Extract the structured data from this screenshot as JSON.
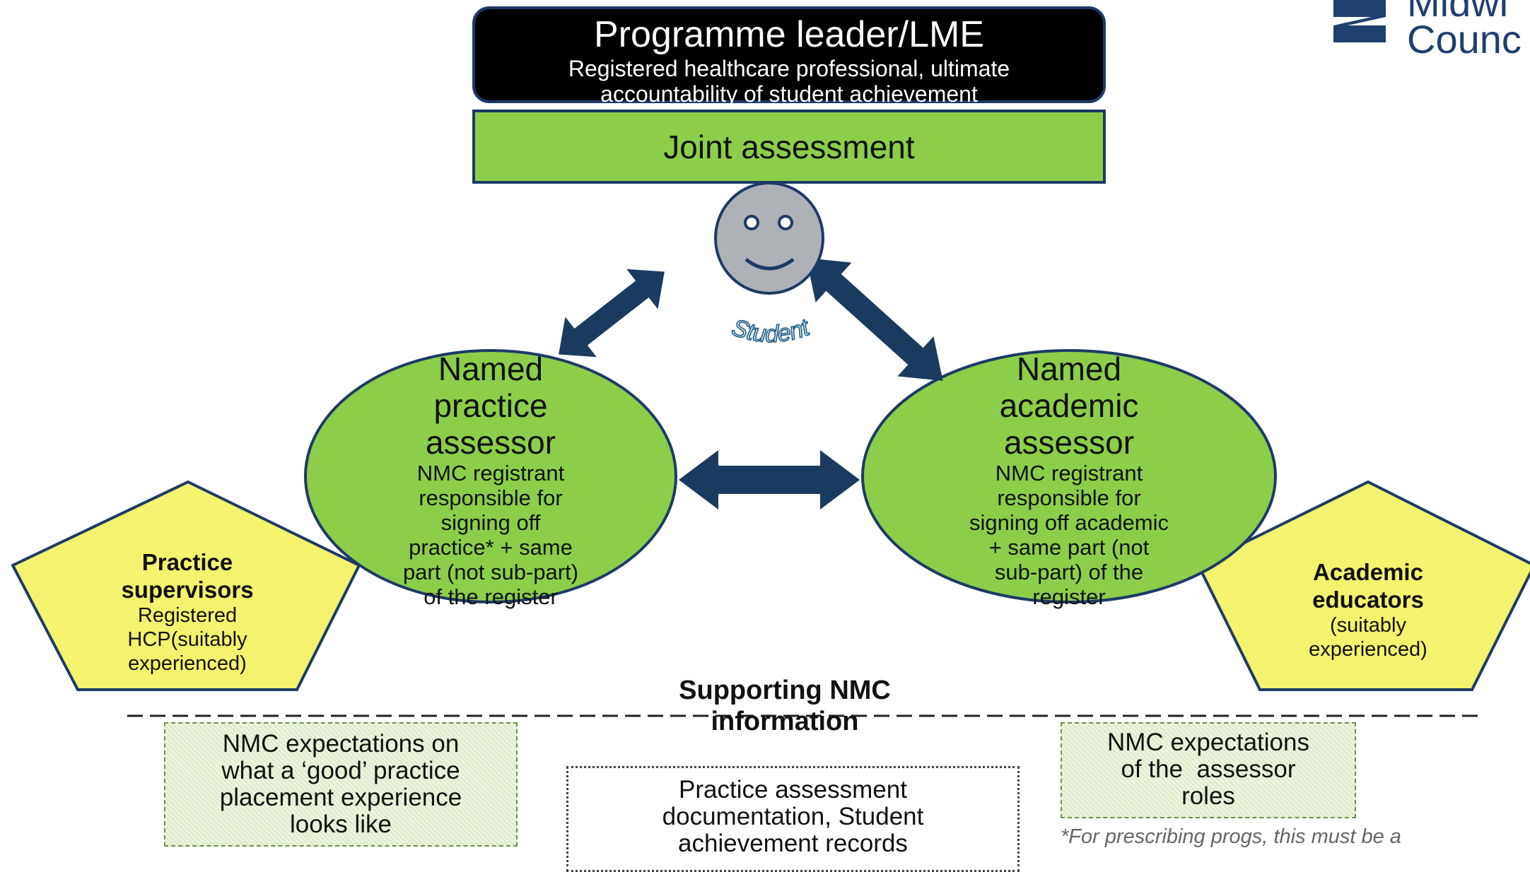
{
  "leader": {
    "title": "Programme leader/LME",
    "subtitle_line1": "Registered healthcare professional, ultimate",
    "subtitle_line2": "accountability of student achievement"
  },
  "joint": {
    "label": "Joint assessment"
  },
  "student": {
    "label": "Student"
  },
  "practice_assessor": {
    "title_lines": [
      "Named",
      "practice",
      "assessor"
    ],
    "desc_lines": [
      "NMC registrant",
      "responsible for",
      "signing off",
      "practice* + same",
      "part (not sub-part)",
      "of the register"
    ]
  },
  "academic_assessor": {
    "title_lines": [
      "Named",
      "academic",
      "assessor"
    ],
    "desc_lines": [
      "NMC registrant",
      "responsible for",
      "signing off academic",
      "+ same part (not",
      "sub-part) of the",
      "register"
    ]
  },
  "practice_supervisors": {
    "title_lines": [
      "Practice",
      "supervisors"
    ],
    "desc_lines": [
      "Registered",
      "HCP(suitably",
      "experienced)"
    ]
  },
  "academic_educators": {
    "title_lines": [
      "Academic",
      "educators"
    ],
    "desc_lines": [
      "(suitably",
      "experienced)"
    ]
  },
  "supporting": {
    "line1": "Supporting NMC",
    "line2": "information"
  },
  "info_left": {
    "lines": [
      "NMC expectations on",
      "what a ‘good’ practice",
      "placement experience",
      "looks like"
    ]
  },
  "info_center": {
    "lines": [
      "Practice assessment",
      "documentation, Student",
      "achievement records"
    ]
  },
  "info_right": {
    "lines": [
      "NMC expectations",
      "of the  assessor",
      "roles"
    ]
  },
  "footnote": {
    "line1": "*For prescribing progs, this must be a"
  },
  "logo": {
    "line1": "Midwi",
    "line2": "Counc"
  },
  "colors": {
    "navy": "#1f3f6e",
    "green": "#8cce4a",
    "yellow": "#f3f36d",
    "black": "#000000"
  }
}
